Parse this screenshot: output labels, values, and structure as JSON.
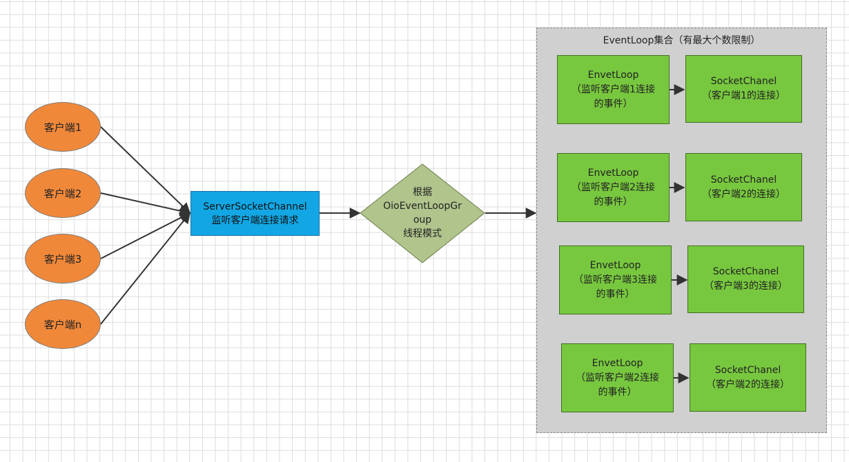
{
  "group": {
    "title": "EventLoop集合（有最大个数限制）"
  },
  "clients": [
    {
      "label": "客户端1"
    },
    {
      "label": "客户端2"
    },
    {
      "label": "客户端3"
    },
    {
      "label": "客户端n"
    }
  ],
  "server": {
    "line1": "ServerSocketChannel",
    "line2": "监听客户端连接请求"
  },
  "decision": {
    "line1": "根据",
    "line2": "OioEventLoopGr",
    "line3": "oup",
    "line4": "线程模式"
  },
  "eventloops": [
    {
      "line1": "EnvetLoop",
      "line2": "（监听客户端1连接",
      "line3": "的事件）"
    },
    {
      "line1": "EnvetLoop",
      "line2": "（监听客户端2连接",
      "line3": "的事件）"
    },
    {
      "line1": "EnvetLoop",
      "line2": "（监听客户端3连接",
      "line3": "的事件）"
    },
    {
      "line1": "EnvetLoop",
      "line2": "（监听客户端2连接",
      "line3": "的事件）"
    }
  ],
  "channels": [
    {
      "line1": "SocketChanel",
      "line2": "（客户端1的连接）"
    },
    {
      "line1": "SocketChanel",
      "line2": "（客户端2的连接）"
    },
    {
      "line1": "SocketChanel",
      "line2": "（客户端3的连接）"
    },
    {
      "line1": "SocketChanel",
      "line2": "（客户端2的连接）"
    }
  ],
  "colors": {
    "client": "#f0883a",
    "server": "#12a7e4",
    "decision": "#b0c48c",
    "eventloop": "#78c83f",
    "container": "#d0d0d0",
    "connector": "#333333"
  }
}
